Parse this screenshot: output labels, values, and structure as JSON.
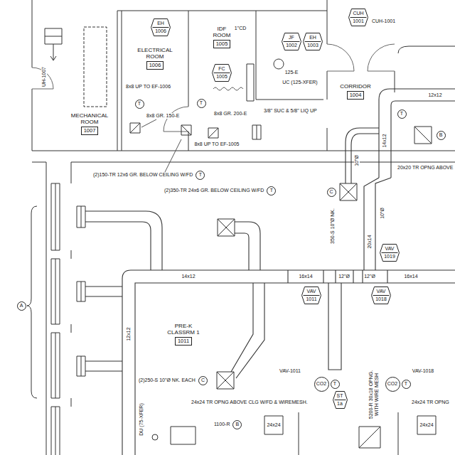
{
  "diagram": {
    "nodes": [
      {
        "text": [
          "CUH",
          "1001"
        ]
      },
      {
        "text": [
          "EH",
          "1006"
        ]
      },
      {
        "text": [
          "IDF ROOM",
          "1005"
        ]
      },
      {
        "text": [
          "JF",
          "1002"
        ]
      },
      {
        "text": [
          "EH",
          "1003"
        ]
      },
      {
        "text": [
          "ELECTRICAL ROOM",
          "1006"
        ]
      },
      {
        "text": [
          "FC",
          "1005"
        ]
      },
      {
        "text": [
          "CORRIDOR",
          "1004"
        ]
      },
      {
        "text": [
          "T"
        ]
      },
      {
        "text": [
          "T"
        ]
      },
      {
        "text": [
          "T"
        ]
      },
      {
        "text": [
          "MECHANICAL ROOM",
          "1007"
        ]
      },
      {
        "text": [
          "B"
        ]
      },
      {
        "text": [
          "T"
        ]
      },
      {
        "text": [
          "T"
        ]
      },
      {
        "text": [
          "C"
        ]
      },
      {
        "text": [
          "VAV",
          "1019"
        ]
      },
      {
        "text": [
          "VAV",
          "1011"
        ]
      },
      {
        "text": [
          "VAV",
          "1018"
        ]
      },
      {
        "text": [
          "A"
        ]
      },
      {
        "text": [
          "PRE-K CLASSRM 1",
          "1011"
        ]
      },
      {
        "text": [
          "C"
        ]
      },
      {
        "text": [
          "CO2"
        ]
      },
      {
        "text": [
          "T"
        ]
      },
      {
        "text": [
          "CO2"
        ]
      },
      {
        "text": [
          "T"
        ]
      },
      {
        "text": [
          "ST",
          "1a"
        ]
      },
      {
        "text": [
          "B"
        ]
      }
    ],
    "labels": [
      "UH-1007",
      "1\"CD",
      "125-E",
      "UC (125-XFER)",
      "CUH-1001",
      "12x12",
      "8x8 UP TO EF-1006",
      "8x8 GR. 150-E",
      "8x8 GR. 200-E",
      "3/8\" SUC & 5/8\" LIQ UP",
      "8x8 UP TO EF-1005",
      "14x12",
      "20x20 TR OPNG ABOVE",
      "(2)150-TR 12x6 GR. BELOW CEILING W/FD",
      "10\"Ø",
      "(2)350-TR 24x6 GR. BELOW CEILING W/FD",
      "350-S 10\"Ø NK.",
      "10\"Ø",
      "20x14",
      "14x12",
      "16x14",
      "12\"Ø",
      "12\"Ø",
      "16x14",
      "12x12",
      "(2)250-S 10\"Ø NK. EACH",
      "VAV-1011",
      "VAV-1018",
      "DU (75-XFER)",
      "24x24 TR OPNG ABOVE CLG W/FD & WIREMESH.",
      "5200-R 30x18 OPNG. WITH WIRE MESH",
      "1100-R",
      "24x24",
      "24x24",
      "24x24 TR OPNG"
    ]
  }
}
